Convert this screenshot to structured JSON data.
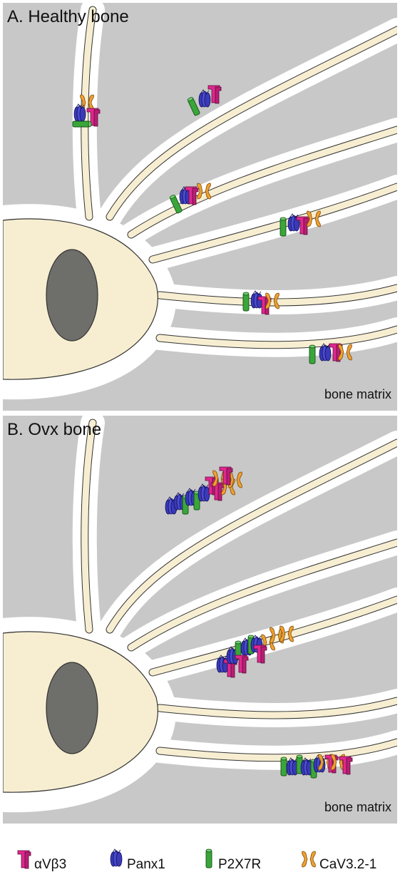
{
  "panel_a": {
    "title": "A. Healthy bone",
    "footer": "bone matrix"
  },
  "panel_b": {
    "title": "B. Ovx bone",
    "footer": "bone matrix"
  },
  "legend": {
    "items": [
      {
        "label": "αVβ3",
        "icon": "integrin-icon",
        "color": "#e0288f"
      },
      {
        "label": "Panx1",
        "icon": "panx1-icon",
        "color": "#3a3ab8"
      },
      {
        "label": "P2X7R",
        "icon": "p2x7r-icon",
        "color": "#3aa63a"
      },
      {
        "label": "CaV3.2-1",
        "icon": "cav-icon",
        "color": "#f0a030"
      }
    ]
  },
  "colors": {
    "matrix": "#c8c8c8",
    "lacuna": "#ffffff",
    "cell": "#f7eed2",
    "nucleus": "#6e6e6a",
    "integrin": "#e0288f",
    "panx1": "#3a3ab8",
    "p2x7r": "#3aa63a",
    "cav": "#f0a030"
  }
}
